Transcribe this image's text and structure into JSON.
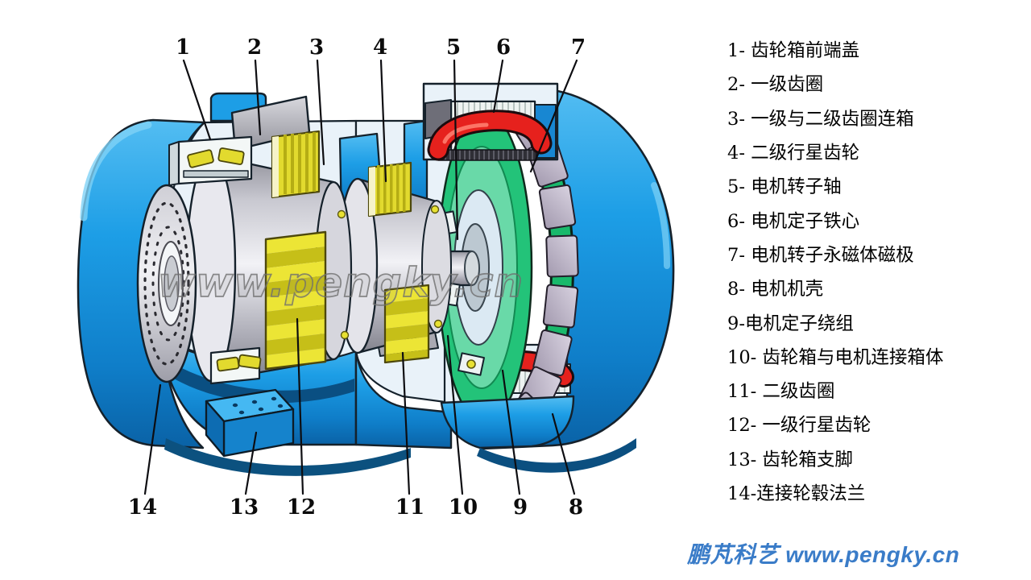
{
  "colors": {
    "housing_blue": "#1d9ee6",
    "housing_blue_dark": "#0b6cb8",
    "cut_face": "#e9f2f9",
    "gear_yellow": "#e2da2e",
    "gear_yellow_dark": "#b5ad14",
    "metal_light": "#ececf1",
    "metal_dark": "#85858e",
    "rotor_green": "#23c379",
    "magnet_lavender": "#c7c0d1",
    "winding_red": "#e6211d",
    "outline_dark": "#15212b",
    "brand_blue": "#3a7cc8",
    "watermark_gray": "#6f6f6f"
  },
  "diagram": {
    "watermark": "www.pengky.cn",
    "callouts": [
      {
        "num": "1"
      },
      {
        "num": "2"
      },
      {
        "num": "3"
      },
      {
        "num": "4"
      },
      {
        "num": "5"
      },
      {
        "num": "6"
      },
      {
        "num": "7"
      },
      {
        "num": "8"
      },
      {
        "num": "9"
      },
      {
        "num": "10"
      },
      {
        "num": "11"
      },
      {
        "num": "12"
      },
      {
        "num": "13"
      },
      {
        "num": "14"
      }
    ]
  },
  "legend": {
    "items": [
      {
        "text": "1- 齿轮箱前端盖"
      },
      {
        "text": "2- 一级齿圈"
      },
      {
        "text": "3- 一级与二级齿圈连箱"
      },
      {
        "text": "4- 二级行星齿轮"
      },
      {
        "text": "5- 电机转子轴"
      },
      {
        "text": "6- 电机定子铁心"
      },
      {
        "text": "7- 电机转子永磁体磁极"
      },
      {
        "text": "8- 电机机壳"
      },
      {
        "text": "9-电机定子绕组"
      },
      {
        "text": "10- 齿轮箱与电机连接箱体"
      },
      {
        "text": "11- 二级齿圈"
      },
      {
        "text": "12- 一级行星齿轮"
      },
      {
        "text": "13- 齿轮箱支脚"
      },
      {
        "text": "14-连接轮毂法兰"
      }
    ]
  },
  "footer": {
    "brand": "鹏芃科艺 www.pengky.cn"
  }
}
